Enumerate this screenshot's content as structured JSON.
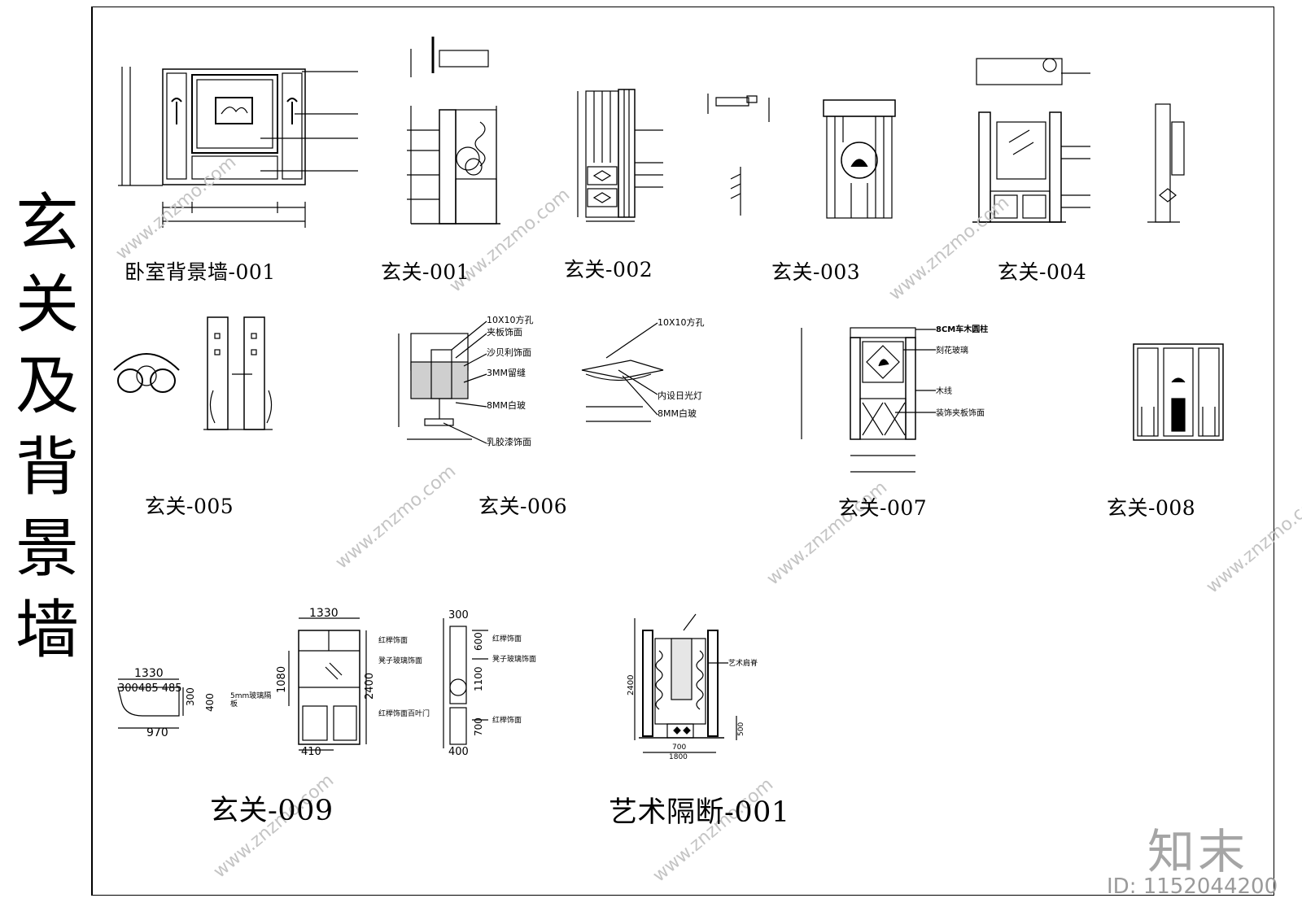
{
  "sheet": {
    "side_title": [
      "玄",
      "关",
      "及",
      "背",
      "景",
      "墙"
    ]
  },
  "captions": {
    "c1": "卧室背景墙-001",
    "c2": "玄关-001",
    "c3": "玄关-002",
    "c4": "玄关-003",
    "c5": "玄关-004",
    "c6": "玄关-005",
    "c7": "玄关-006",
    "c8": "玄关-007",
    "c9": "玄关-008",
    "c10": "玄关-009",
    "c11": "艺术隔断-001"
  },
  "annotations": {
    "d006": {
      "a": "10X10方孔",
      "b": "夹板饰面",
      "c": "沙贝利饰面",
      "d": "3MM留缝",
      "e": "8MM白玻",
      "f": "乳胶漆饰面"
    },
    "d006b": {
      "a": "10X10方孔",
      "b": "内设日光灯",
      "c": "8MM白玻"
    },
    "d007": {
      "a": "8CM车木圆柱",
      "b": "刻花玻璃",
      "c": "木线",
      "d": "装饰夹板饰面"
    },
    "d009": {
      "w_top": "1330",
      "w_plan": "1330",
      "plan_parts": "300485 485",
      "plan_bottom": "970",
      "plan_h1": "300",
      "plan_h2": "400",
      "h1": "1080",
      "h_total": "2400",
      "w_bottom": "410",
      "side_top": "300",
      "side_600": "600",
      "side_1100": "1100",
      "side_700": "700",
      "side_bottom": "400",
      "glass": "5mm玻璃隔",
      "glass2": "板",
      "note1": "红榉饰面",
      "note2": "凳子玻璃饰面",
      "note3": "红榉饰面百叶门",
      "note4": "红榉饰面",
      "note5": "凳子玻璃饰面",
      "note6": "红榉饰面"
    },
    "d_art": {
      "h": "2400",
      "h2": "500",
      "w1": "700",
      "w2": "1800",
      "note": "艺术肩脊"
    }
  },
  "watermark": {
    "brand": "知末",
    "id": "ID: 1152044200",
    "site": "www.znzmo.com"
  }
}
